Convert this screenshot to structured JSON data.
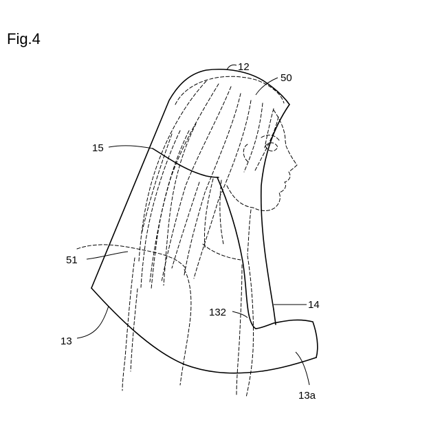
{
  "figure": {
    "title": "Fig.4",
    "labels": {
      "r12": "12",
      "r50": "50",
      "r15": "15",
      "r51": "51",
      "r14": "14",
      "r132": "132",
      "r13": "13",
      "r13a": "13a"
    }
  }
}
